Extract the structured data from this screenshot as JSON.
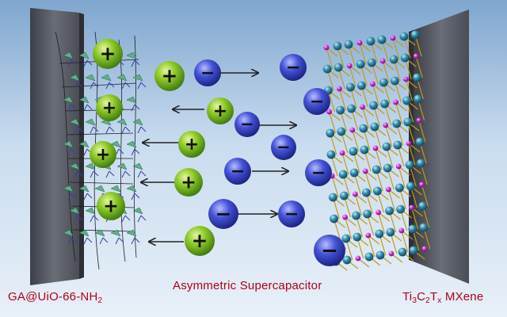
{
  "labels": {
    "left_electrode": {
      "prefix": "GA@UiO-66-NH",
      "sub": "2"
    },
    "center": "Asymmetric Supercapacitor",
    "right_electrode": {
      "t1": "Ti",
      "s1": "3",
      "t2": "C",
      "s2": "2",
      "t3": "T",
      "s3": "x",
      "t4": " MXene"
    }
  },
  "ion_symbols": {
    "cation": "+",
    "anion": "−"
  },
  "colors": {
    "label_red": "#b3001b",
    "cation_green": "#7fbf1f",
    "anion_blue": "#3340c8",
    "electrode_gray": "#5a5d66",
    "lattice_teal": "#2f7f9a",
    "lattice_magenta": "#d22ad8",
    "bond_gold": "#c69a12"
  }
}
